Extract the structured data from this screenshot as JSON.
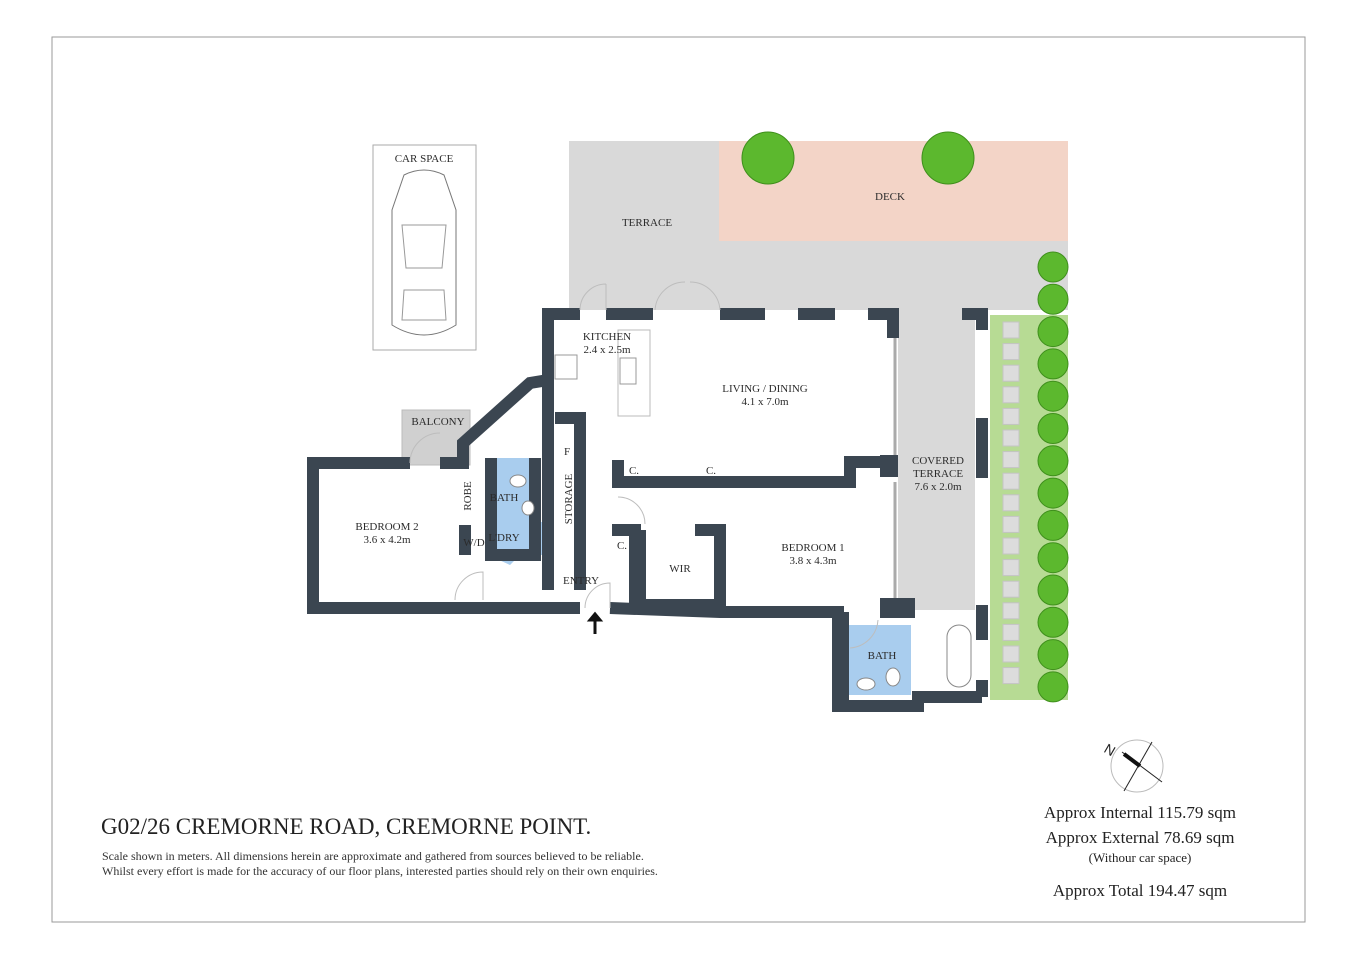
{
  "plan": {
    "address": "G02/26 CREMORNE ROAD, CREMORNE POINT.",
    "disclaimer": [
      "Scale shown in meters. All dimensions herein are approximate and gathered from sources believed to be reliable.",
      "Whilst every effort is made for the accuracy of our floor plans, interested parties should rely on their own enquiries."
    ],
    "areas": {
      "internal": "Approx Internal 115.79 sqm",
      "external": "Approx External 78.69 sqm",
      "external_note": "(Withour car space)",
      "total": "Approx Total 194.47 sqm"
    },
    "compass_letter": "N"
  },
  "rooms": {
    "car_space": "CAR SPACE",
    "terrace": "TERRACE",
    "deck": "DECK",
    "kitchen": {
      "name": "KITCHEN",
      "dims": "2.4 x 2.5m"
    },
    "living": {
      "name": "LIVING / DINING",
      "dims": "4.1 x 7.0m"
    },
    "covered_terrace": {
      "name1": "COVERED",
      "name2": "TERRACE",
      "dims": "7.6 x 2.0m"
    },
    "balcony": "BALCONY",
    "bedroom2": {
      "name": "BEDROOM 2",
      "dims": "3.6 x 4.2m"
    },
    "robe": "ROBE",
    "bath2": "BATH",
    "laundry": "L'DRY",
    "wd": "W/D",
    "storage": "STORAGE",
    "fridge": "F",
    "cupboard": "C.",
    "entry": "ENTRY",
    "wir": "WIR",
    "bedroom1": {
      "name": "BEDROOM 1",
      "dims": "3.8 x 4.3m"
    },
    "bath1": "BATH"
  },
  "colors": {
    "wall": "#3b4651",
    "terrace": "#d9d9d9",
    "deck": "#f3d4c7",
    "garden": "#b7db94",
    "bath": "#a9cdee",
    "tree": "#5cb82e"
  }
}
